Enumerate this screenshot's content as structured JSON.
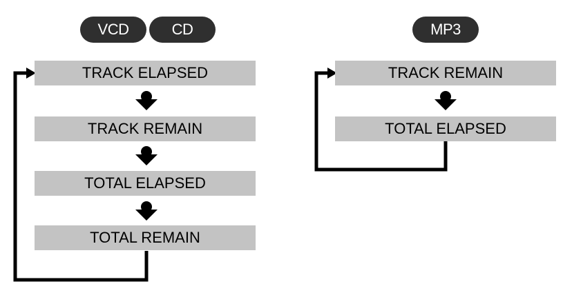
{
  "left_diagram": {
    "badges": [
      "VCD",
      "CD"
    ],
    "steps": [
      "TRACK ELAPSED",
      "TRACK REMAIN",
      "TOTAL ELAPSED",
      "TOTAL REMAIN"
    ]
  },
  "right_diagram": {
    "badges": [
      "MP3"
    ],
    "steps": [
      "TRACK REMAIN",
      "TOTAL ELAPSED"
    ]
  },
  "colors": {
    "badge": "#2f2f2f",
    "badge_text": "#ffffff",
    "box": "#c3c3c3",
    "line": "#000000"
  }
}
